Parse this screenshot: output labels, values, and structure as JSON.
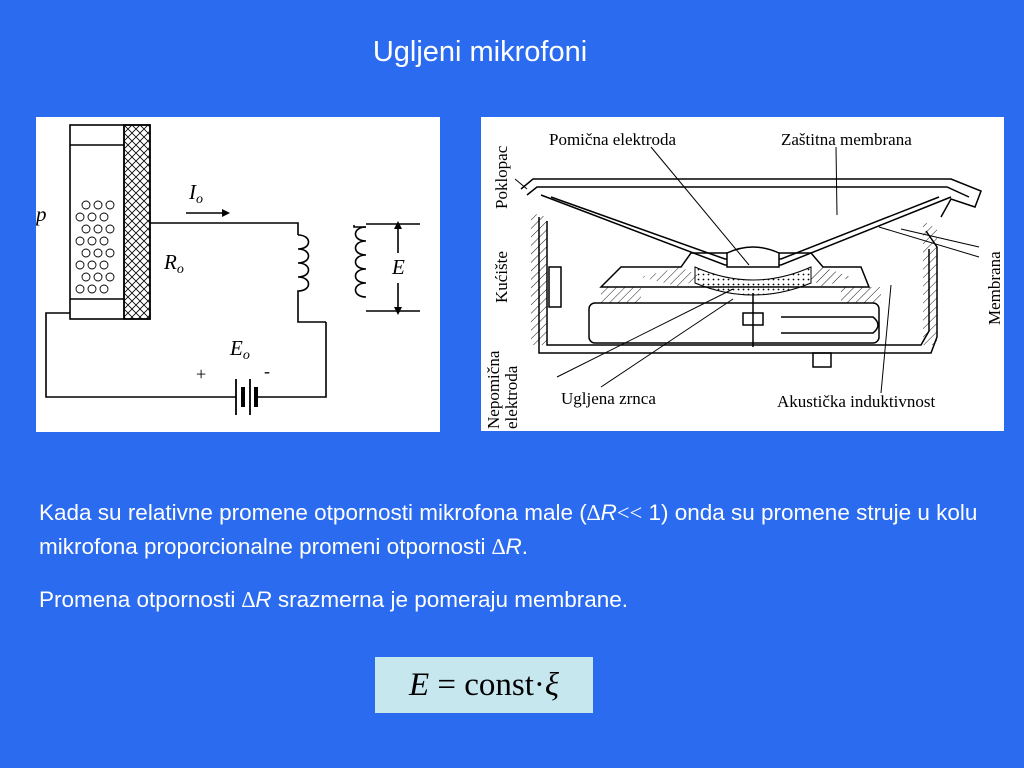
{
  "title": "Ugljeni mikrofoni",
  "circuit": {
    "pressure_label": "p",
    "current_label": "I",
    "current_sub": "o",
    "resistance_label": "R",
    "resistance_sub": "o",
    "emf_label": "E",
    "source_label": "E",
    "source_sub": "o",
    "plus": "+",
    "minus": "-"
  },
  "section": {
    "label_pomicna": "Pomična elektroda",
    "label_zastitna": "Zaštitna membrana",
    "label_poklopac": "Poklopac",
    "label_kuciste": "Kućište",
    "label_membrana": "Membrana",
    "label_nepomicna_1": "Nepomična",
    "label_nepomicna_2": "elektroda",
    "label_zrnca": "Ugljena zrnca",
    "label_induktivnost": "Akustička induktivnost"
  },
  "paragraph1": {
    "part1": "Kada su relativne promene otpornosti mikrofona male (",
    "delta1": "∆",
    "r1": "R",
    "ll": "<<",
    "part2": " 1) onda su promene struje u kolu mikrofona proporcionalne promeni otpornosti ",
    "delta2": "∆",
    "r2": "R",
    "end": "."
  },
  "paragraph2": {
    "part1": "Promena otpornosti ",
    "delta": "∆",
    "r": "R",
    "part2": " srazmerna je pomeraju membrane."
  },
  "formula": {
    "lhs": "E",
    "eq": " = const·",
    "xi": "ξ"
  }
}
